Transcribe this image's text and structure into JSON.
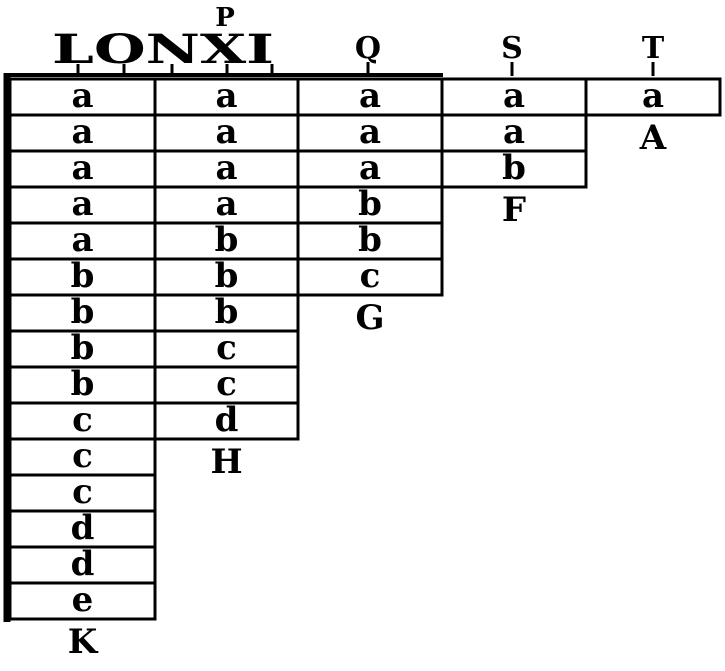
{
  "header": {
    "top_letter": "P",
    "column_header_text": "LONXI",
    "column_headers": [
      "Q",
      "S",
      "T"
    ]
  },
  "columns": [
    {
      "cells": [
        "a",
        "a",
        "a",
        "a",
        "a",
        "b",
        "b",
        "b",
        "b",
        "c",
        "c",
        "c",
        "d",
        "d",
        "e"
      ],
      "foot_label": "K"
    },
    {
      "cells": [
        "a",
        "a",
        "a",
        "a",
        "b",
        "b",
        "b",
        "c",
        "c",
        "d"
      ],
      "foot_label": "H"
    },
    {
      "cells": [
        "a",
        "a",
        "a",
        "b",
        "b",
        "c"
      ],
      "foot_label": "G"
    },
    {
      "cells": [
        "a",
        "a",
        "b"
      ],
      "foot_label": "F"
    },
    {
      "cells": [
        "a"
      ],
      "foot_label": "A"
    }
  ]
}
